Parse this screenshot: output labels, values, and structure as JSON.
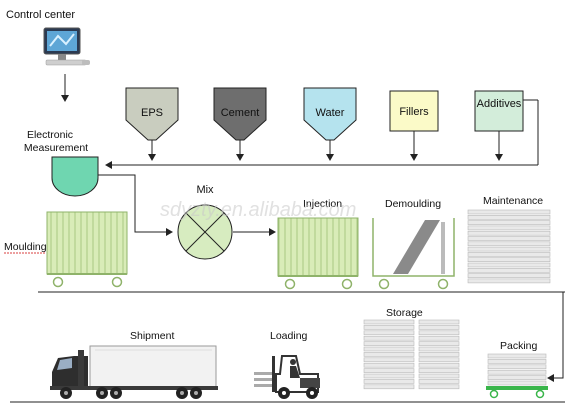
{
  "labels": {
    "control_center": "Control center",
    "electronic_measurement_1": "Electronic",
    "electronic_measurement_2": "Measurement",
    "mix": "Mix",
    "moulding": "Moulding",
    "injection": "Injection",
    "demoulding": "Demoulding",
    "maintenance": "Maintenance",
    "storage": "Storage",
    "packing": "Packing",
    "loading": "Loading",
    "shipment": "Shipment"
  },
  "hoppers": [
    {
      "label": "EPS",
      "color": "#c9cdbf"
    },
    {
      "label": "Cement",
      "color": "#6e6e6e"
    },
    {
      "label": "Water",
      "color": "#b5e3ee"
    }
  ],
  "boxes": [
    {
      "label": "Fillers",
      "color": "#fbfac8"
    },
    {
      "label": "Additives",
      "color": "#d3edda"
    }
  ],
  "watermark": "sdyzty.en.alibaba.com",
  "colors": {
    "cart_fill": "#d9ecb8",
    "cart_stroke": "#8fb36a",
    "panel_fill": "#e9e9e9",
    "panel_stroke": "#b8b8b8",
    "line": "#222222",
    "measure_fill": "#6fd6b0",
    "pallet": "#39b54a"
  }
}
